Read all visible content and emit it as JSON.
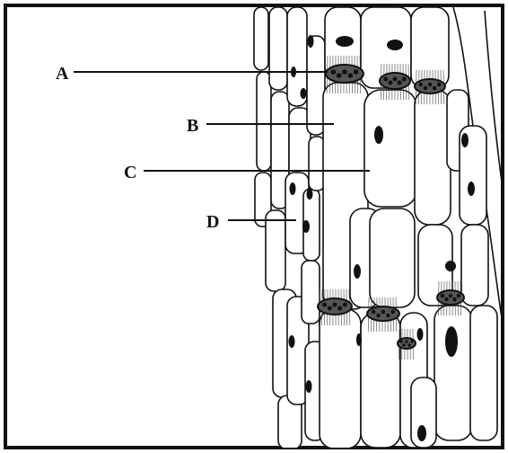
{
  "figure": {
    "labels": [
      "A",
      "B",
      "C",
      "D"
    ],
    "colors": {
      "line": "#111111",
      "plate": "#555555",
      "background": "#ffffff"
    }
  }
}
